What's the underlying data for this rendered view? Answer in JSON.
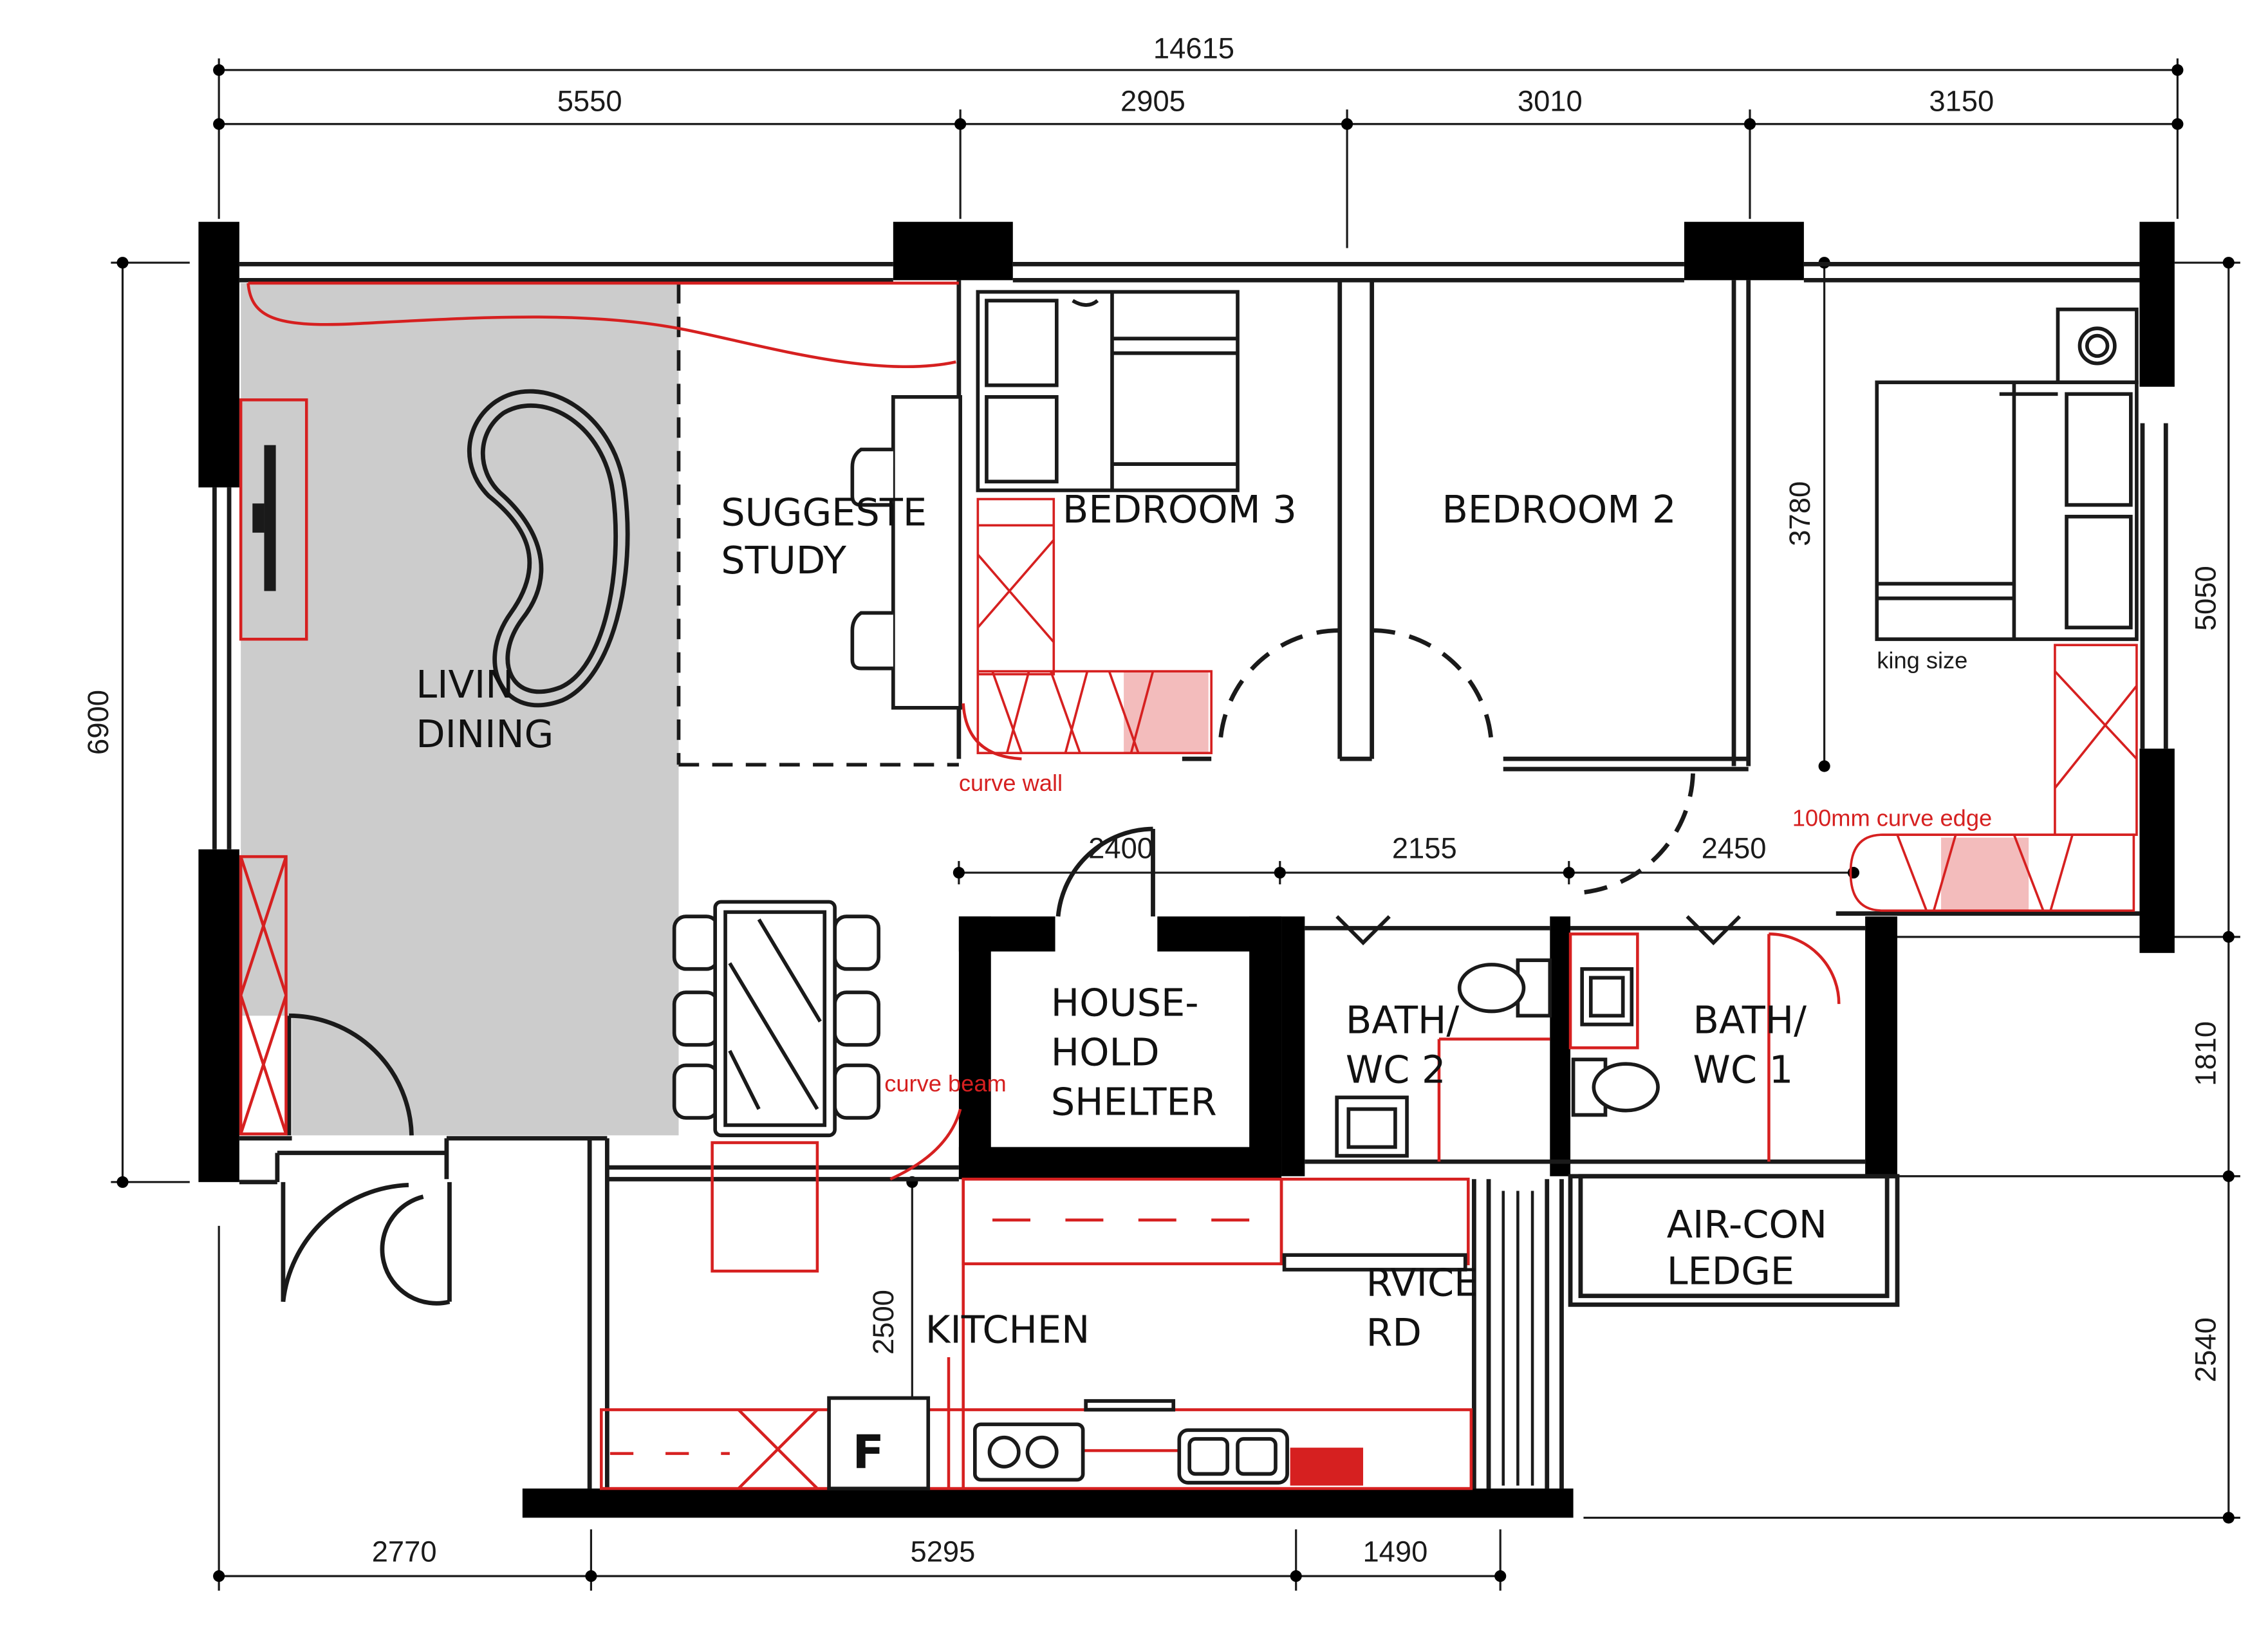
{
  "colors": {
    "wall": "#000000",
    "line": "#1a1a1a",
    "annotation": "#d62020",
    "highlight_fill": "#cccccc",
    "background": "#ffffff"
  },
  "dimensions": {
    "overall_width": "14615",
    "top": [
      "5550",
      "2905",
      "3010",
      "3150"
    ],
    "interior": [
      "2400",
      "2155",
      "2450"
    ],
    "bottom": [
      "2770",
      "5295",
      "1490"
    ],
    "left": "6900",
    "right": [
      "5050",
      "1810",
      "2540"
    ],
    "bedroom1_depth": "3780",
    "kitchen_depth": "2500"
  },
  "rooms": {
    "living_dining": [
      "LIVIN",
      "DINING"
    ],
    "study": [
      "SUGGESTE",
      "STUDY"
    ],
    "bedroom3": "BEDROOM 3",
    "bedroom2": "BEDROOM 2",
    "household_shelter": [
      "HOUSE-",
      "HOLD",
      "SHELTER"
    ],
    "bath2": [
      "BATH/",
      "WC 2"
    ],
    "bath1": [
      "BATH/",
      "WC 1"
    ],
    "kitchen": "KITCHEN",
    "service_yard": [
      "RVICE",
      "RD"
    ],
    "aircon_ledge": [
      "AIR-CON",
      "LEDGE"
    ],
    "fridge_label": "F"
  },
  "annotations": {
    "king_size": "king size",
    "curve_wall": "curve wall",
    "curve_beam": "curve beam",
    "curve_edge": "100mm curve edge"
  }
}
